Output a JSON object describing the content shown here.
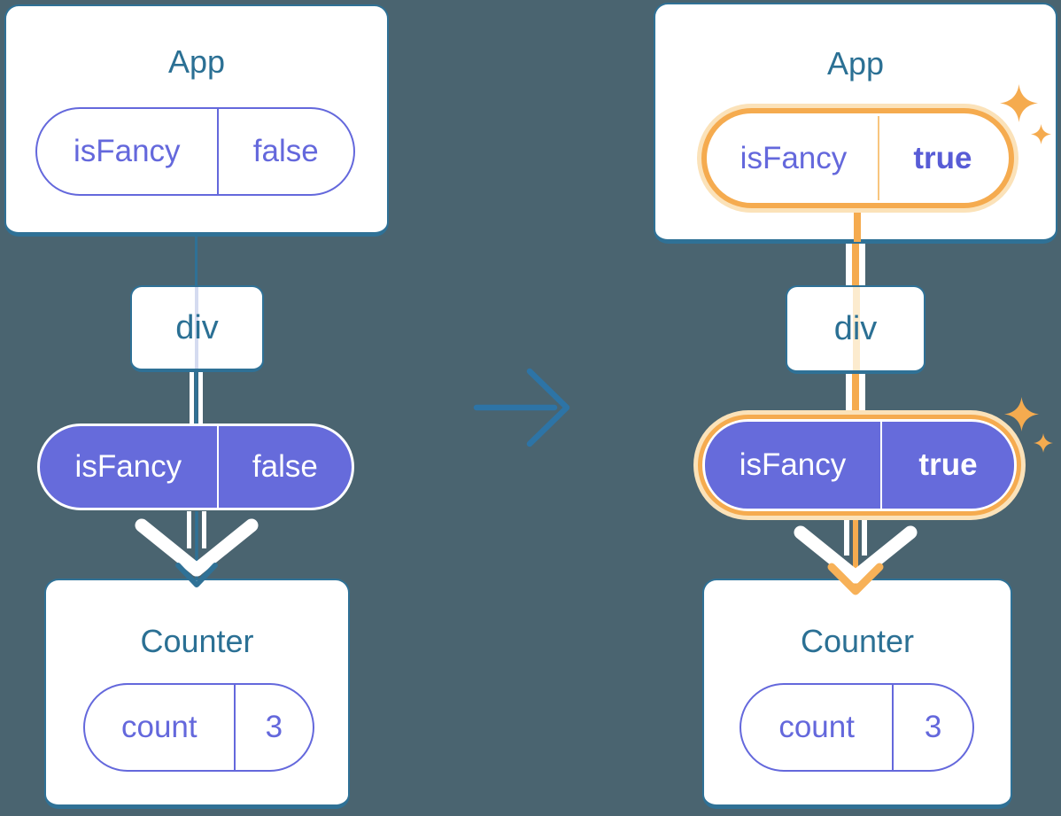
{
  "colors": {
    "background": "#4A6470",
    "card_border_blue": "#2F7196",
    "title_text_blue": "#2B7094",
    "pill_purple_fill": "#666BDB",
    "pill_purple_outline": "#6468DC",
    "highlight_orange": "#F5AB4F",
    "highlight_cream": "#FBE2B9",
    "arrow_white": "#FFFFFF"
  },
  "left_diagram": {
    "app": {
      "title": "App",
      "prop_pill": {
        "key": "isFancy",
        "value": "false"
      }
    },
    "div_node": {
      "label": "div"
    },
    "passed_prop_pill": {
      "key": "isFancy",
      "value": "false"
    },
    "counter": {
      "title": "Counter",
      "state_pill": {
        "key": "count",
        "value": "3"
      }
    }
  },
  "right_diagram": {
    "app": {
      "title": "App",
      "prop_pill": {
        "key": "isFancy",
        "value": "true"
      }
    },
    "div_node": {
      "label": "div"
    },
    "passed_prop_pill": {
      "key": "isFancy",
      "value": "true"
    },
    "counter": {
      "title": "Counter",
      "state_pill": {
        "key": "count",
        "value": "3"
      }
    }
  }
}
